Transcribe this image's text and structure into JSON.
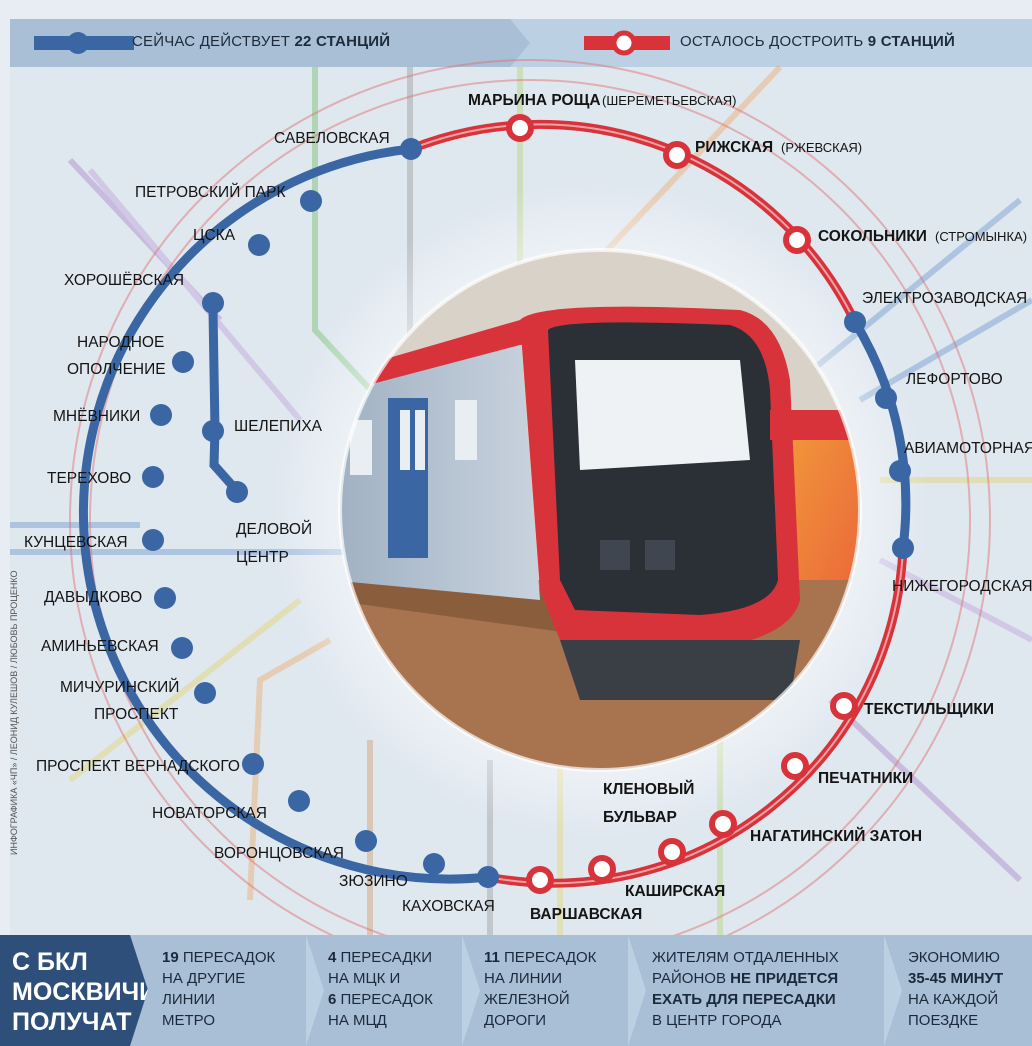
{
  "legend": {
    "current_prefix": "СЕЙЧАС ДЕЙСТВУЕТ",
    "current_count": "22 СТАНЦИЙ",
    "remain_prefix": "ОСТАЛОСЬ ДОСТРОИТЬ",
    "remain_count": "9 СТАНЦИЙ"
  },
  "colors": {
    "blue": "#3a66a3",
    "red": "#d8333a",
    "dark_blue": "#2d4f7a"
  },
  "stations": {
    "savelovskaya": "САВЕЛОВСКАЯ",
    "petrovsky_park": "ПЕТРОВСКИЙ ПАРК",
    "cska": "ЦСКА",
    "khoroshevskaya": "ХОРОШЁВСКАЯ",
    "narodnoe_1": "НАРОДНОЕ",
    "narodnoe_2": "ОПОЛЧЕНИЕ",
    "mnevniki": "МНЁВНИКИ",
    "terekhovo": "ТЕРЕХОВО",
    "shelepikha": "ШЕЛЕПИХА",
    "delovoy_1": "ДЕЛОВОЙ",
    "delovoy_2": "ЦЕНТР",
    "kuntsevskaya": "КУНЦЕВСКАЯ",
    "davydkovo": "ДАВЫДКОВО",
    "aminyevskaya": "АМИНЬЕВСКАЯ",
    "michurinsky_1": "МИЧУРИНСКИЙ",
    "michurinsky_2": "ПРОСПЕКТ",
    "vernadskogo": "ПРОСПЕКТ ВЕРНАДСКОГО",
    "novatorskaya": "НОВАТОРСКАЯ",
    "vorontsovskaya": "ВОРОНЦОВСКАЯ",
    "zyuzino": "ЗЮЗИНО",
    "kakhovskaya": "КАХОВСКАЯ",
    "varshavskaya": "ВАРШАВСКАЯ",
    "kashirskaya": "КАШИРСКАЯ",
    "klenovy_1": "КЛЕНОВЫЙ",
    "klenovy_2": "БУЛЬВАР",
    "nagatinsky": "НАГАТИНСКИЙ ЗАТОН",
    "pechatniki": "ПЕЧАТНИКИ",
    "tekstilshchiki": "ТЕКСТИЛЬЩИКИ",
    "nizhegorodskaya": "НИЖЕГОРОДСКАЯ",
    "aviamotornaya": "АВИАМОТОРНАЯ",
    "lefortovo": "ЛЕФОРТОВО",
    "elektrozavodskaya": "ЭЛЕКТРОЗАВОДСКАЯ",
    "sokolniki": "СОКОЛЬНИКИ",
    "sokolniki_alt": "(СТРОМЫНКА)",
    "rizhskaya": "РИЖСКАЯ",
    "rizhskaya_alt": "(РЖЕВСКАЯ)",
    "maryina": "МАРЬИНА РОЩА",
    "maryina_alt": "(ШЕРЕМЕТЬЕВСКАЯ)"
  },
  "credit": "ИНФОГРАФИКА «ЧП» / ЛЕОНИД КУЛЕШОВ / ЛЮБОВЬ ПРОЦЕНКО",
  "bottom": {
    "lead": "С БКЛ\nМОСКВИЧИ\nПОЛУЧАТ",
    "c1_num": "19",
    "c1_rest": " ПЕРЕСАДОК\nНА ДРУГИЕ\nЛИНИИ\nМЕТРО",
    "c2_num1": "4",
    "c2_mid": " ПЕРЕСАДКИ\nНА МЦК И\n",
    "c2_num2": "6",
    "c2_rest": " ПЕРЕСАДОК\nНА МЦД",
    "c3_num": "11",
    "c3_rest": " ПЕРЕСАДОК\nНА ЛИНИИ\nЖЕЛЕЗНОЙ\nДОРОГИ",
    "c4_a": "ЖИТЕЛЯМ ОТДАЛЕННЫХ\nРАЙОНОВ ",
    "c4_b": "НЕ ПРИДЕТСЯ\nЕХАТЬ ДЛЯ ПЕРЕСАДКИ",
    "c4_c": "\nВ ЦЕНТР ГОРОДА",
    "c5_a": "ЭКОНОМИЮ\n",
    "c5_b": "35-45 МИНУТ",
    "c5_c": "\nНА КАЖДОЙ\nПОЕЗДКЕ"
  }
}
